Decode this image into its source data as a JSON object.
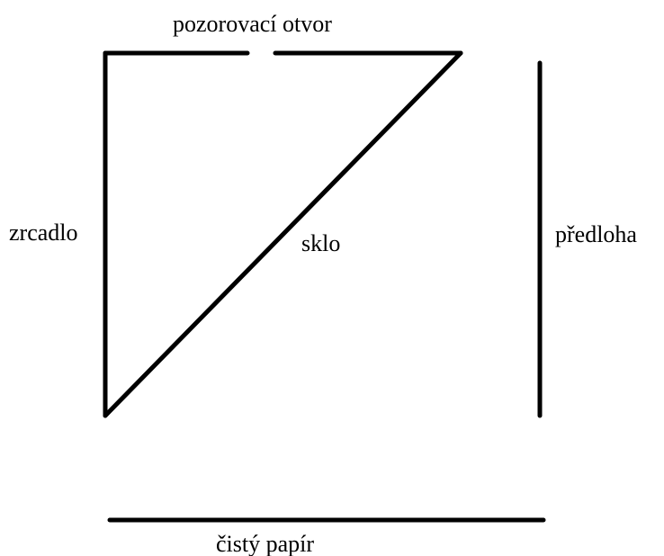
{
  "labels": {
    "viewing_hole": "pozorovací otvor",
    "mirror": "zrcadlo",
    "glass": "sklo",
    "original": "předloha",
    "blank_paper": "čistý papír"
  },
  "colors": {
    "line": "#000000",
    "text": "#000000",
    "background": "#ffffff"
  }
}
